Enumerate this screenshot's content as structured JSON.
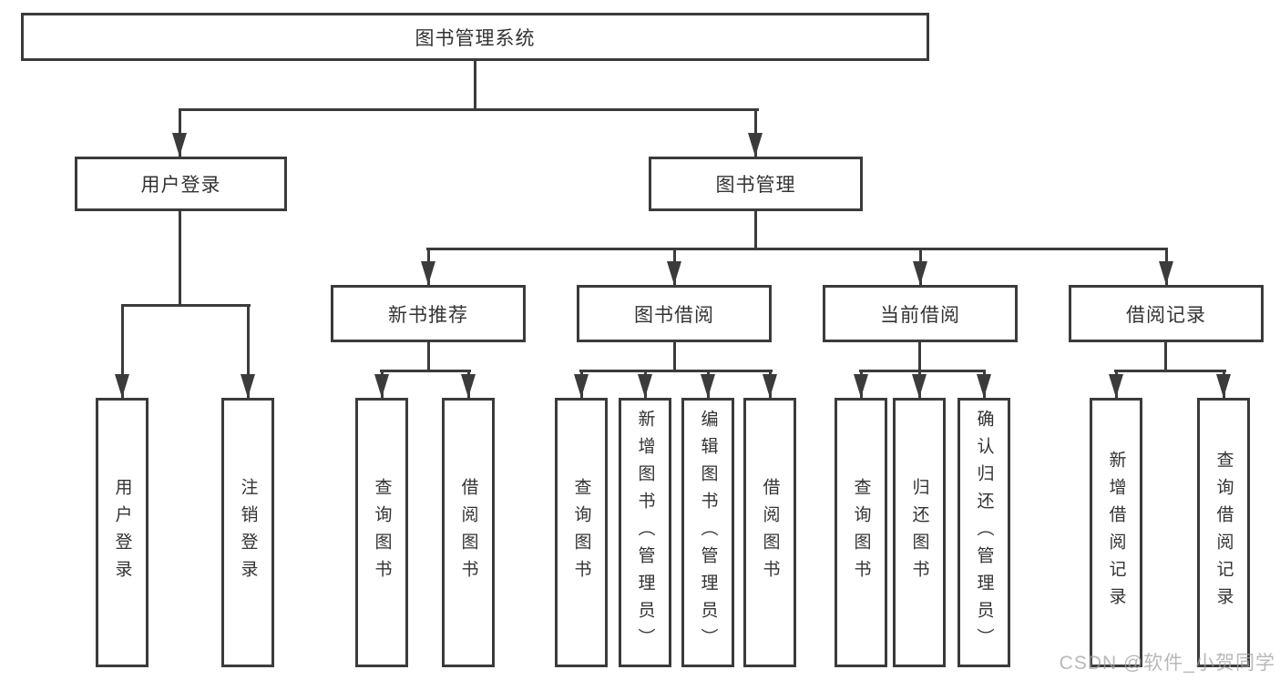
{
  "diagram": {
    "root": {
      "label": "图书管理系统"
    },
    "level2": [
      {
        "id": "user-login",
        "label": "用户登录"
      },
      {
        "id": "book-management",
        "label": "图书管理"
      }
    ],
    "level3": [
      {
        "id": "new-book-recommend",
        "label": "新书推荐"
      },
      {
        "id": "book-borrow",
        "label": "图书借阅"
      },
      {
        "id": "current-borrow",
        "label": "当前借阅"
      },
      {
        "id": "borrow-records",
        "label": "借阅记录"
      }
    ],
    "leaves": [
      {
        "label": "用户登录"
      },
      {
        "label": "注销登录"
      },
      {
        "label": "查询图书"
      },
      {
        "label": "借阅图书"
      },
      {
        "label": "查询图书"
      },
      {
        "label": "新增图书（管理员）"
      },
      {
        "label": "编辑图书（管理员）"
      },
      {
        "label": "借阅图书"
      },
      {
        "label": "查询图书"
      },
      {
        "label": "归还图书"
      },
      {
        "label": "确认归还（管理员）"
      },
      {
        "label": "新增借阅记录"
      },
      {
        "label": "查询借阅记录"
      }
    ]
  },
  "watermark": {
    "text": "CSDN @软件_小贺同学"
  },
  "colors": {
    "line": "#3b3b3b",
    "text": "#333333",
    "watermark": "#a0a0a0",
    "background": "#ffffff"
  }
}
